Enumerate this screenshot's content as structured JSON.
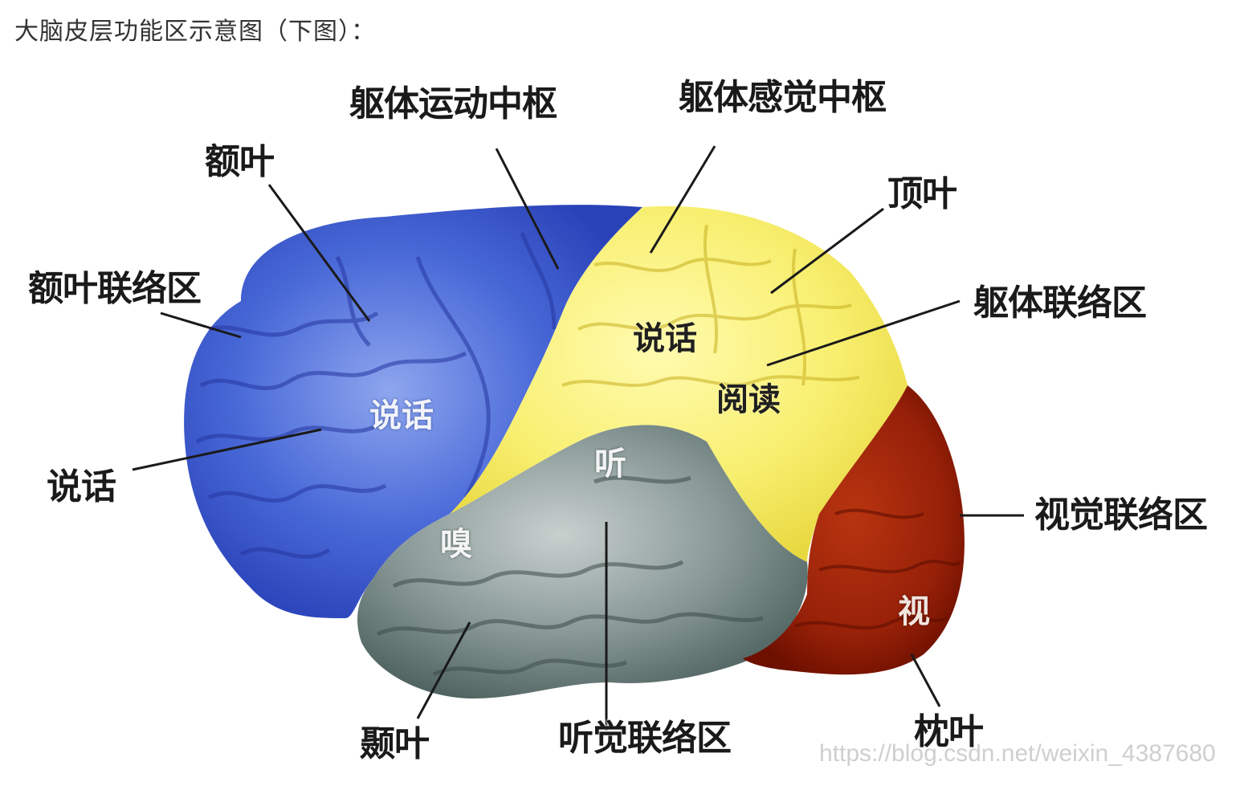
{
  "caption": "大脑皮层功能区示意图（下图）：",
  "labels": {
    "motor_cortex": "躯体运动中枢",
    "sensory_cortex": "躯体感觉中枢",
    "frontal_lobe": "额叶",
    "parietal_lobe": "顶叶",
    "frontal_association": "额叶联络区",
    "somatic_association": "躯体联络区",
    "speech_left": "说话",
    "visual_association": "视觉联络区",
    "temporal_lobe": "颞叶",
    "auditory_association": "听觉联络区",
    "occipital_lobe": "枕叶"
  },
  "inner_labels": {
    "speech_blue": "说话",
    "speech_yellow": "说话",
    "reading": "阅读",
    "hearing": "听",
    "smell": "嗅",
    "vision": "视"
  },
  "watermark": "https://blog.csdn.net/weixin_4387680",
  "colors": {
    "frontal": "#3f5fd0",
    "parietal": "#f6ef6a",
    "temporal": "#6f8482",
    "occipital": "#9a2208"
  }
}
